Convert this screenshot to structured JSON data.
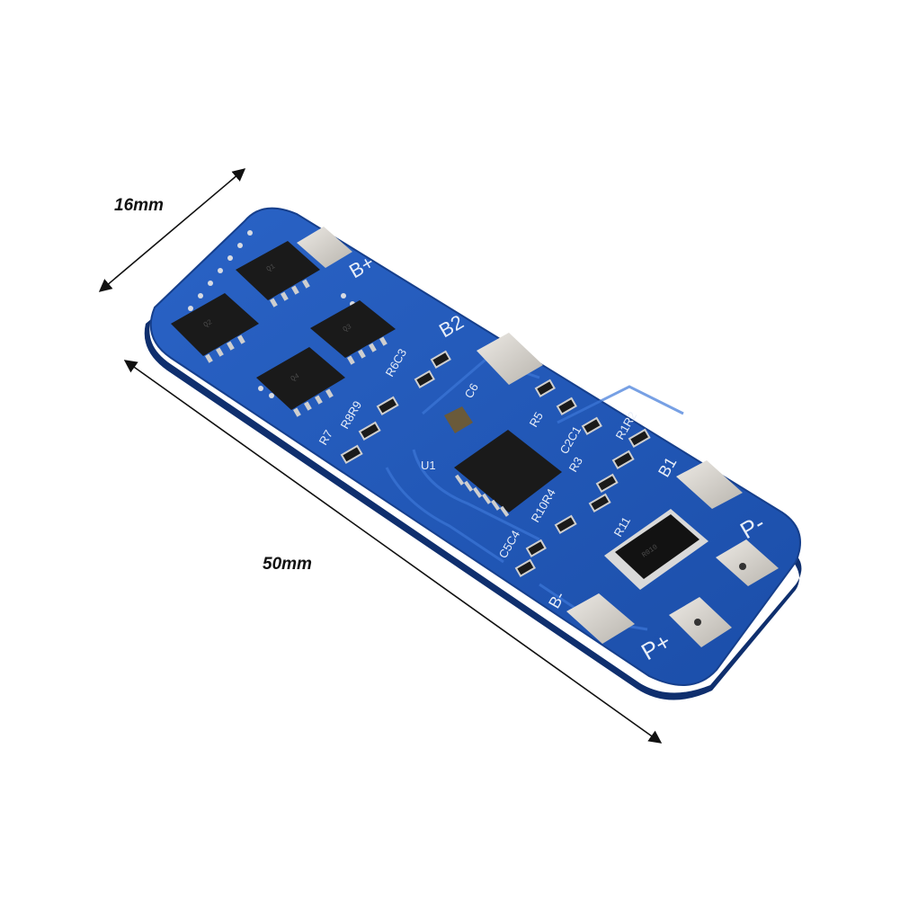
{
  "dimensions": {
    "width_label": "16mm",
    "length_label": "50mm"
  },
  "silkscreen": {
    "b_plus": "B+",
    "b2": "B2",
    "b1": "B1",
    "b_minus": "B-",
    "p_minus": "P-",
    "p_plus": "P+",
    "u1": "U1",
    "c6": "C6",
    "r6c3": "R6C3",
    "r8r9": "R8R9",
    "r7": "R7",
    "c5c4": "C5C4",
    "r10r4": "R10R4",
    "r3": "R3",
    "r11": "R11",
    "r5": "R5",
    "c2c1": "C2C1",
    "r1r2": "R1R2",
    "shunt_marking": "R010"
  },
  "colors": {
    "pcb_blue": "#1f55b8",
    "pcb_dark": "#163f8c",
    "pad_silver": "#d6d3cf",
    "chip_black": "#1a1a1a"
  }
}
